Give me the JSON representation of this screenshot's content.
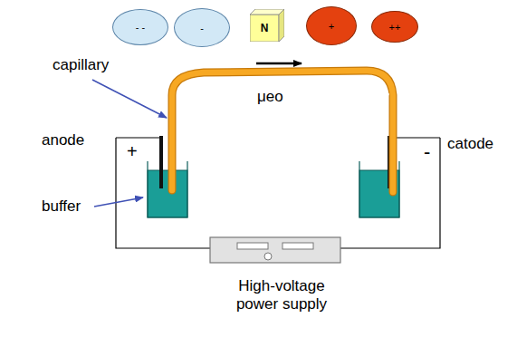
{
  "diagram": {
    "nodes": [
      {
        "text": [
          "- -"
        ]
      },
      {
        "text": [
          "-"
        ]
      },
      {
        "text": [
          "N"
        ]
      },
      {
        "text": [
          "+"
        ]
      },
      {
        "text": [
          "++"
        ]
      }
    ],
    "labels": [
      "capillary",
      "μeo",
      "anode",
      "+",
      "buffer",
      "catode",
      "-",
      "High-voltage power supply"
    ]
  }
}
